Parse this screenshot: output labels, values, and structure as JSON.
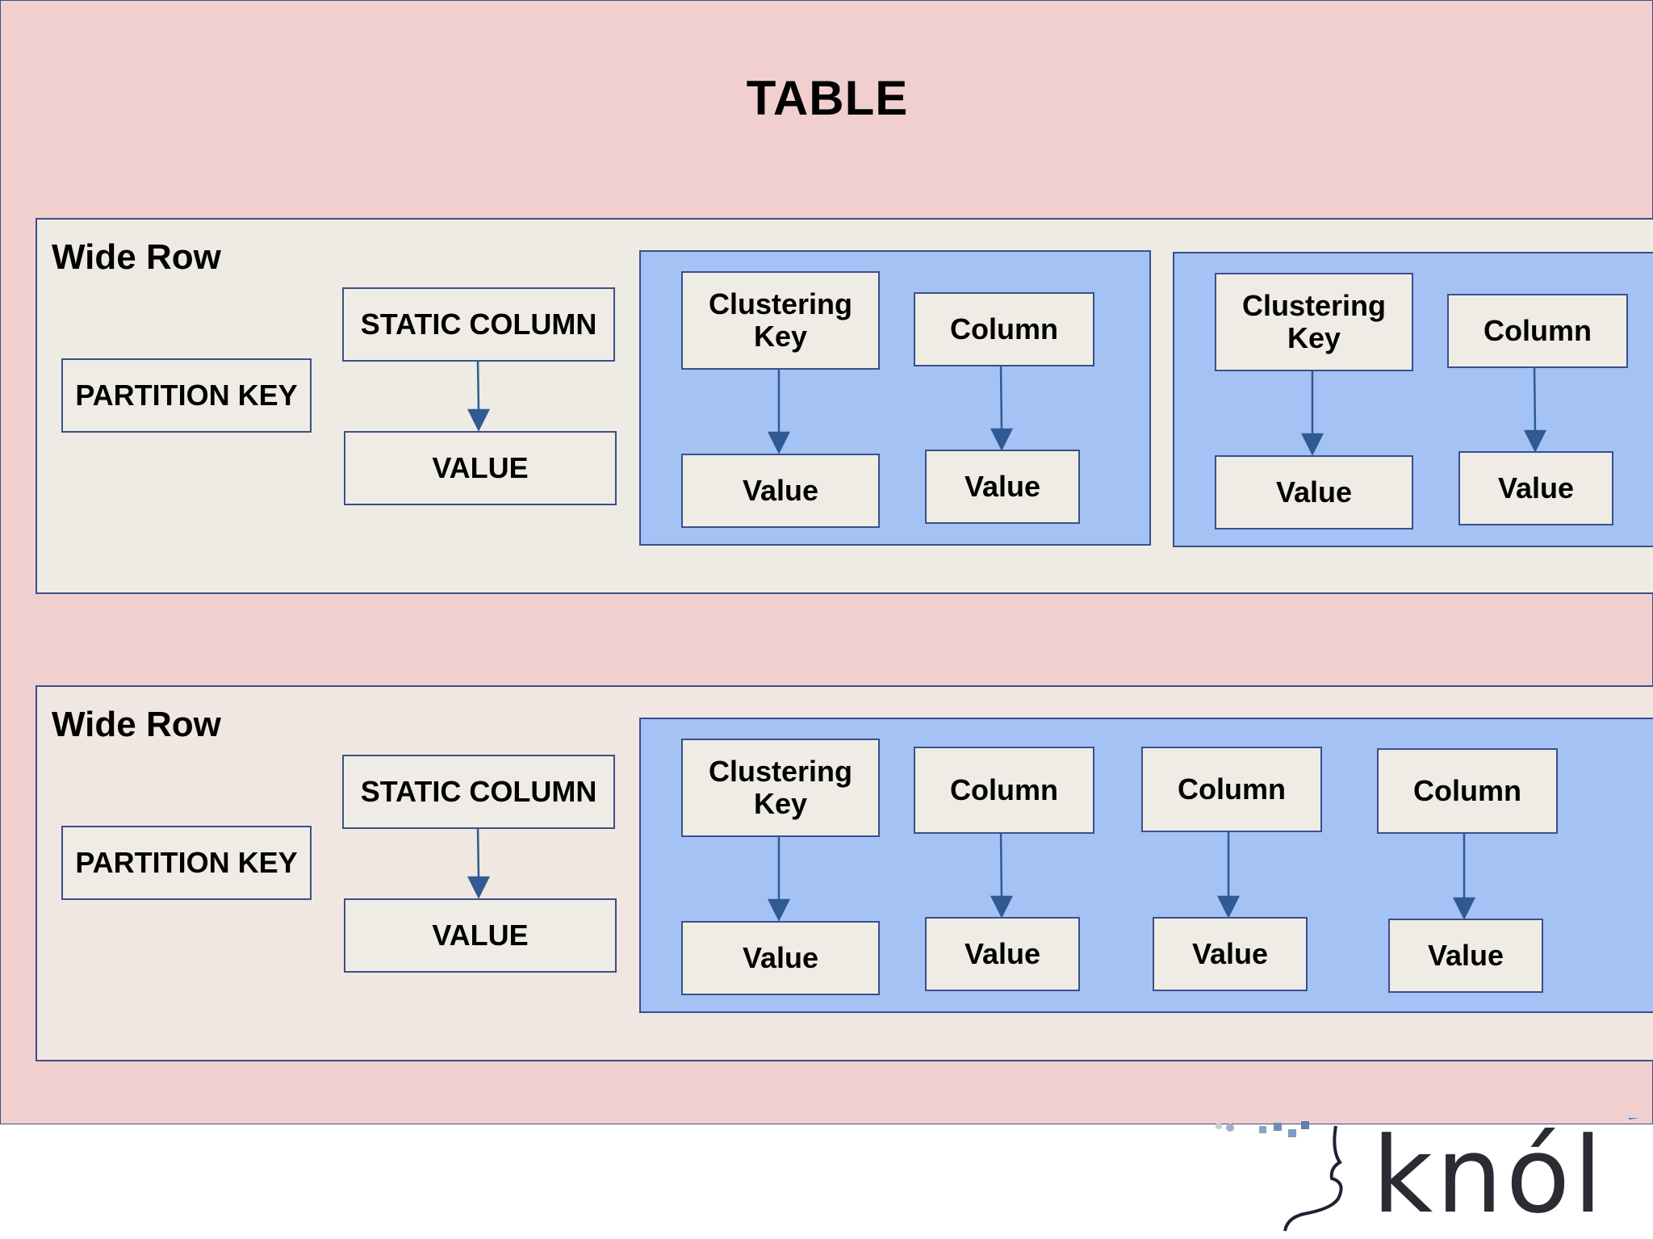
{
  "diagram": {
    "title": "TABLE",
    "rows": [
      {
        "label": "Wide Row",
        "partition_key": "PARTITION KEY",
        "static_column": "STATIC COLUMN",
        "static_value": "VALUE",
        "groups": [
          {
            "clustering_key": "Clustering Key",
            "clustering_value": "Value",
            "columns": [
              {
                "label": "Column",
                "value": "Value"
              }
            ]
          },
          {
            "clustering_key": "Clustering Key",
            "clustering_value": "Value",
            "columns": [
              {
                "label": "Column",
                "value": "Value"
              }
            ]
          }
        ]
      },
      {
        "label": "Wide Row",
        "partition_key": "PARTITION KEY",
        "static_column": "STATIC COLUMN",
        "static_value": "VALUE",
        "groups": [
          {
            "clustering_key": "Clustering Key",
            "clustering_value": "Value",
            "columns": [
              {
                "label": "Column",
                "value": "Value"
              },
              {
                "label": "Column",
                "value": "Value"
              },
              {
                "label": "Column",
                "value": "Value"
              }
            ]
          }
        ]
      }
    ]
  },
  "logo": {
    "text": "knól"
  },
  "colors": {
    "table_background": "#f2cfcf",
    "row_background": "#eeebe4",
    "group_background": "#a4c2f4",
    "border": "#3b4f8a",
    "arrow": "#2f5a93"
  }
}
